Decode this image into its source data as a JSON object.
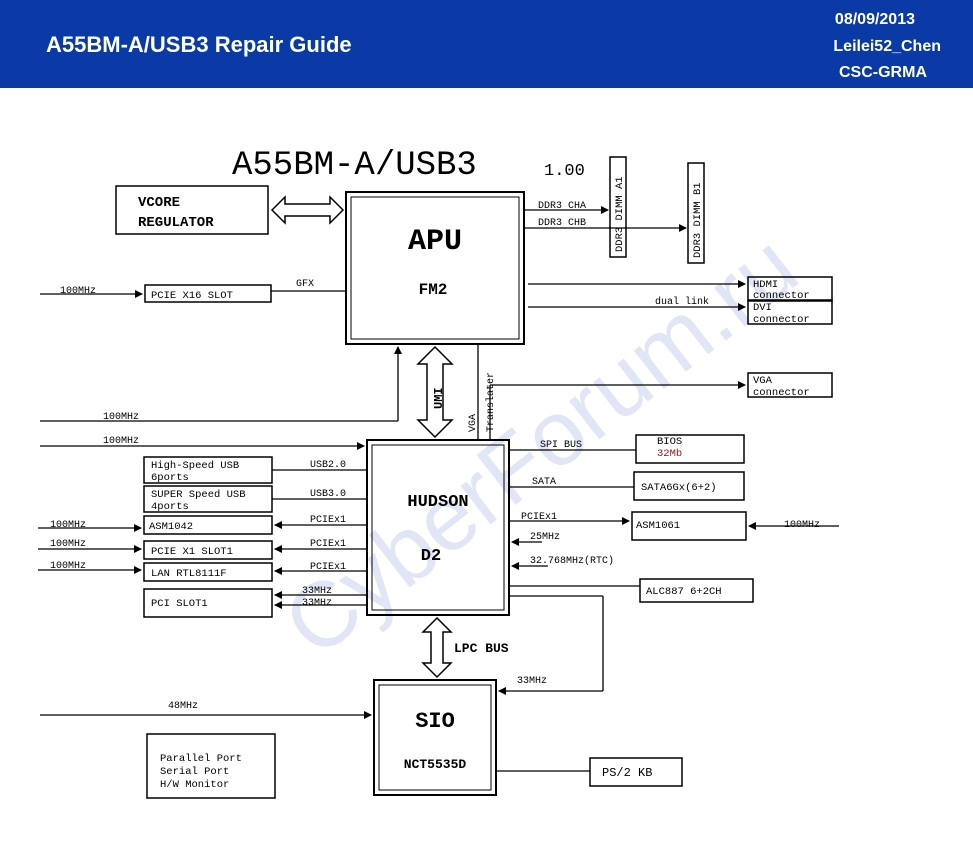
{
  "header": {
    "title": "A55BM-A/USB3 Repair Guide",
    "date": "08/09/2013",
    "author": "Leilei52_Chen",
    "dept": "CSC-GRMA"
  },
  "diagram": {
    "title": "A55BM-A/USB3",
    "version": "1.00",
    "watermark": "CyberForum.ru",
    "blocks": {
      "vcore1": "VCORE",
      "vcore2": "REGULATOR",
      "apu": "APU",
      "apu_sub": "FM2",
      "dimm_a": "DDR3 DIMM A1",
      "dimm_b": "DDR3 DIMM B1",
      "hdmi1": "HDMI",
      "hdmi2": "connector",
      "dvi1": "DVI",
      "dvi2": "connector",
      "vga1": "VGA",
      "vga2": "connector",
      "pcie16": "PCIE X16 SLOT",
      "hudson": "HUDSON",
      "hudson_sub": "D2",
      "usb2_1": "High-Speed USB",
      "usb2_2": "6ports",
      "usb3_1": "SUPER Speed USB",
      "usb3_2": "4ports",
      "asm1042": "ASM1042",
      "pcie1": "PCIE X1 SLOT1",
      "lan": "LAN RTL8111F",
      "pci": "PCI SLOT1",
      "bios": "BIOS",
      "bios_size": "32Mb",
      "sata": "SATA6Gx(6+2)",
      "asm1061": "ASM1061",
      "alc": "ALC887 6+2CH",
      "sio": "SIO",
      "sio_sub": "NCT5535D",
      "ps2": "PS/2 KB",
      "lpt1": "Parallel Port",
      "lpt2": "Serial Port",
      "lpt3": "H/W Monitor"
    },
    "labels": {
      "ddr_cha": "DDR3 CHA",
      "ddr_chb": "DDR3 CHB",
      "gfx": "GFX",
      "dual_link": "dual link",
      "umi": "UMI",
      "vga": "VGA",
      "translater": "Translater",
      "clk100_pcie16": "100MHz",
      "clk100_a": "100MHz",
      "clk100_b": "100MHz",
      "usb20": "USB2.0",
      "usb30": "USB3.0",
      "pciex1_a": "PCIEx1",
      "pciex1_b": "PCIEx1",
      "pciex1_c": "PCIEx1",
      "pciex1_d": "PCIEx1",
      "clk100_asm1042": "100MHz",
      "clk100_pcie1": "100MHz",
      "clk100_lan": "100MHz",
      "clk33_a": "33MHz",
      "clk33_b": "33MHz",
      "spi": "SPI BUS",
      "sata_bus": "SATA",
      "clk25": "25MHz",
      "rtc": "32.768MHz(RTC)",
      "clk100_asm1061": "100MHz",
      "lpc": "LPC BUS",
      "clk33_sio": "33MHz",
      "clk48": "48MHz"
    }
  }
}
